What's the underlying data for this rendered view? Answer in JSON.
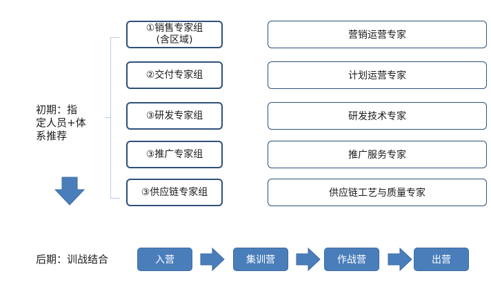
{
  "early": {
    "label": "初期：指\n定人员+体\n系推荐"
  },
  "groups": [
    {
      "label": "①销售专家组\n(含区域)"
    },
    {
      "label": "②交付专家组"
    },
    {
      "label": "③研发专家组"
    },
    {
      "label": "③推广专家组"
    },
    {
      "label": "③供应链专家组"
    }
  ],
  "experts": [
    {
      "label": "营销运营专家"
    },
    {
      "label": "计划运营专家"
    },
    {
      "label": "研发技术专家"
    },
    {
      "label": "推广服务专家"
    },
    {
      "label": "供应链工艺与质量专家"
    }
  ],
  "late": {
    "label": "后期：训战结合",
    "stages": [
      {
        "label": "入营"
      },
      {
        "label": "集训营"
      },
      {
        "label": "作战营"
      },
      {
        "label": "出营"
      }
    ]
  },
  "colors": {
    "box_border": "#2b4f78",
    "stage_fill": "#4a7ebb",
    "arrow_fill": "#4a7ebb",
    "bracket": "#b7cbe2"
  }
}
